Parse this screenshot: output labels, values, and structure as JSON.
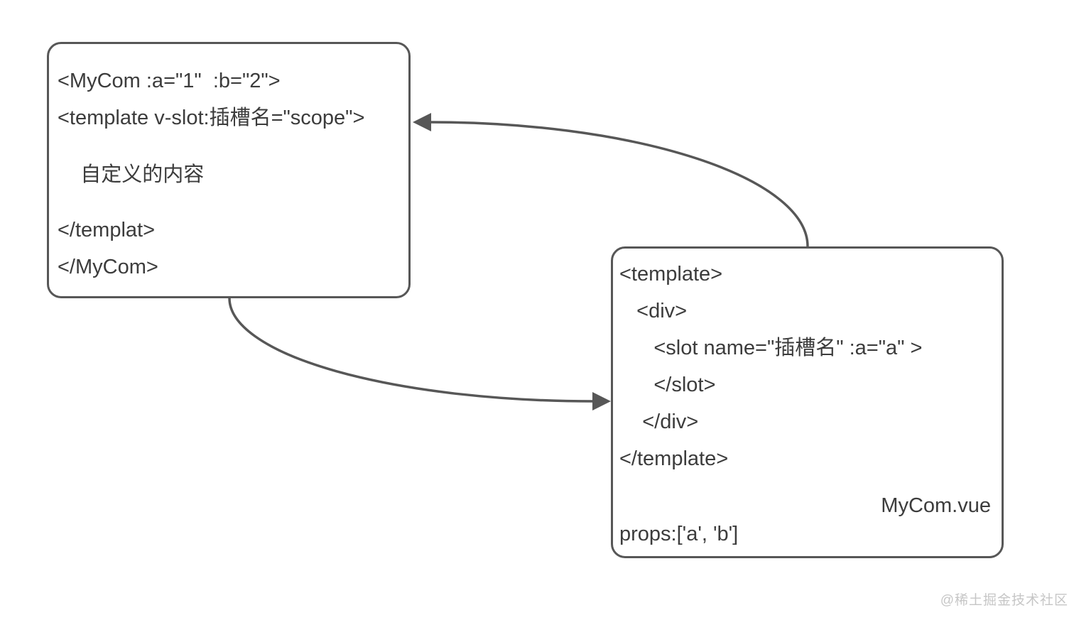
{
  "page": {
    "watermark": "@稀土掘金技术社区"
  },
  "colors": {
    "stroke": "#575757",
    "text": "#3c3c3c",
    "watermark": "#c6c6c6"
  },
  "usage_box": {
    "description": "parent-component-usage-code",
    "lines": [
      "<MyCom :a=\"1\"  :b=\"2\">",
      "<template v-slot:插槽名=\"scope\">",
      "    自定义的内容",
      "</templat>",
      "</MyCom>"
    ]
  },
  "component_box": {
    "description": "child-component-definition-code",
    "lines": [
      "<template>",
      "   <div>",
      "      <slot name=\"插槽名\" :a=\"a\" >",
      "      </slot>",
      "    </div>",
      "</template>"
    ],
    "file_label": "MyCom.vue",
    "props_line": "props:['a', 'b']"
  }
}
